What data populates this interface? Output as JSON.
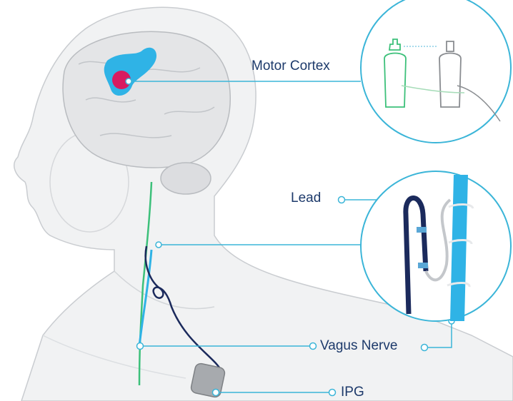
{
  "labels": {
    "motor_cortex": "Motor Cortex",
    "lead": "Lead",
    "vagus_nerve": "Vagus Nerve",
    "ipg": "IPG"
  },
  "colors": {
    "callout_line": "#3bb5d8",
    "label_text": "#1d3a6b",
    "motor_area": "#2fb3e6",
    "stimulation_spot": "#d81b60",
    "lead_wire": "#1b2a5c",
    "nerve": "#2fb3e6"
  }
}
